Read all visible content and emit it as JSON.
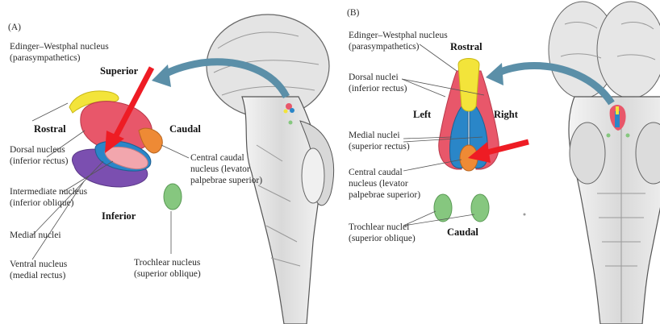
{
  "panelA": {
    "tag": "(A)",
    "labels": {
      "ew": "Edinger–Westphal nucleus",
      "ew2": "(parasympathetics)",
      "superior": "Superior",
      "rostral": "Rostral",
      "caudal": "Caudal",
      "dorsal": "Dorsal nucleus",
      "dorsal2": "(inferior rectus)",
      "inter": "Intermediate nucleus",
      "inter2": "(inferior oblique)",
      "medial": "Medial nuclei",
      "ventral": "Ventral nucleus",
      "ventral2": "(medial rectus)",
      "inferior": "Inferior",
      "cc": "Central caudal",
      "cc2": "nucleus (levator",
      "cc3": "palpebrae superior)",
      "troch": "Trochlear nucleus",
      "troch2": "(superior oblique)"
    }
  },
  "panelB": {
    "tag": "(B)",
    "labels": {
      "ew": "Edinger–Westphal nucleus",
      "ew2": "(parasympathetics)",
      "rostral": "Rostral",
      "dorsal": "Dorsal nuclei",
      "dorsal2": "(inferior rectus)",
      "left": "Left",
      "right": "Right",
      "medial": "Medial nuclei",
      "medial2": "(superior rectus)",
      "cc": "Central caudal",
      "cc2": "nucleus (levator",
      "cc3": "palpebrae superior)",
      "troch": "Trochlear nuclei",
      "troch2": "(superior oblique)",
      "caudal": "Caudal"
    }
  },
  "colors": {
    "ew": "#f3e43a",
    "dorsal": "#e8576a",
    "medial": "#2a86c8",
    "ventral": "#7b4fb0",
    "inter": "#f2a6ad",
    "cc": "#ee8a35",
    "troch": "#86c77f",
    "pointer": "#ee1c24",
    "arrow": "#5b8fa8"
  }
}
